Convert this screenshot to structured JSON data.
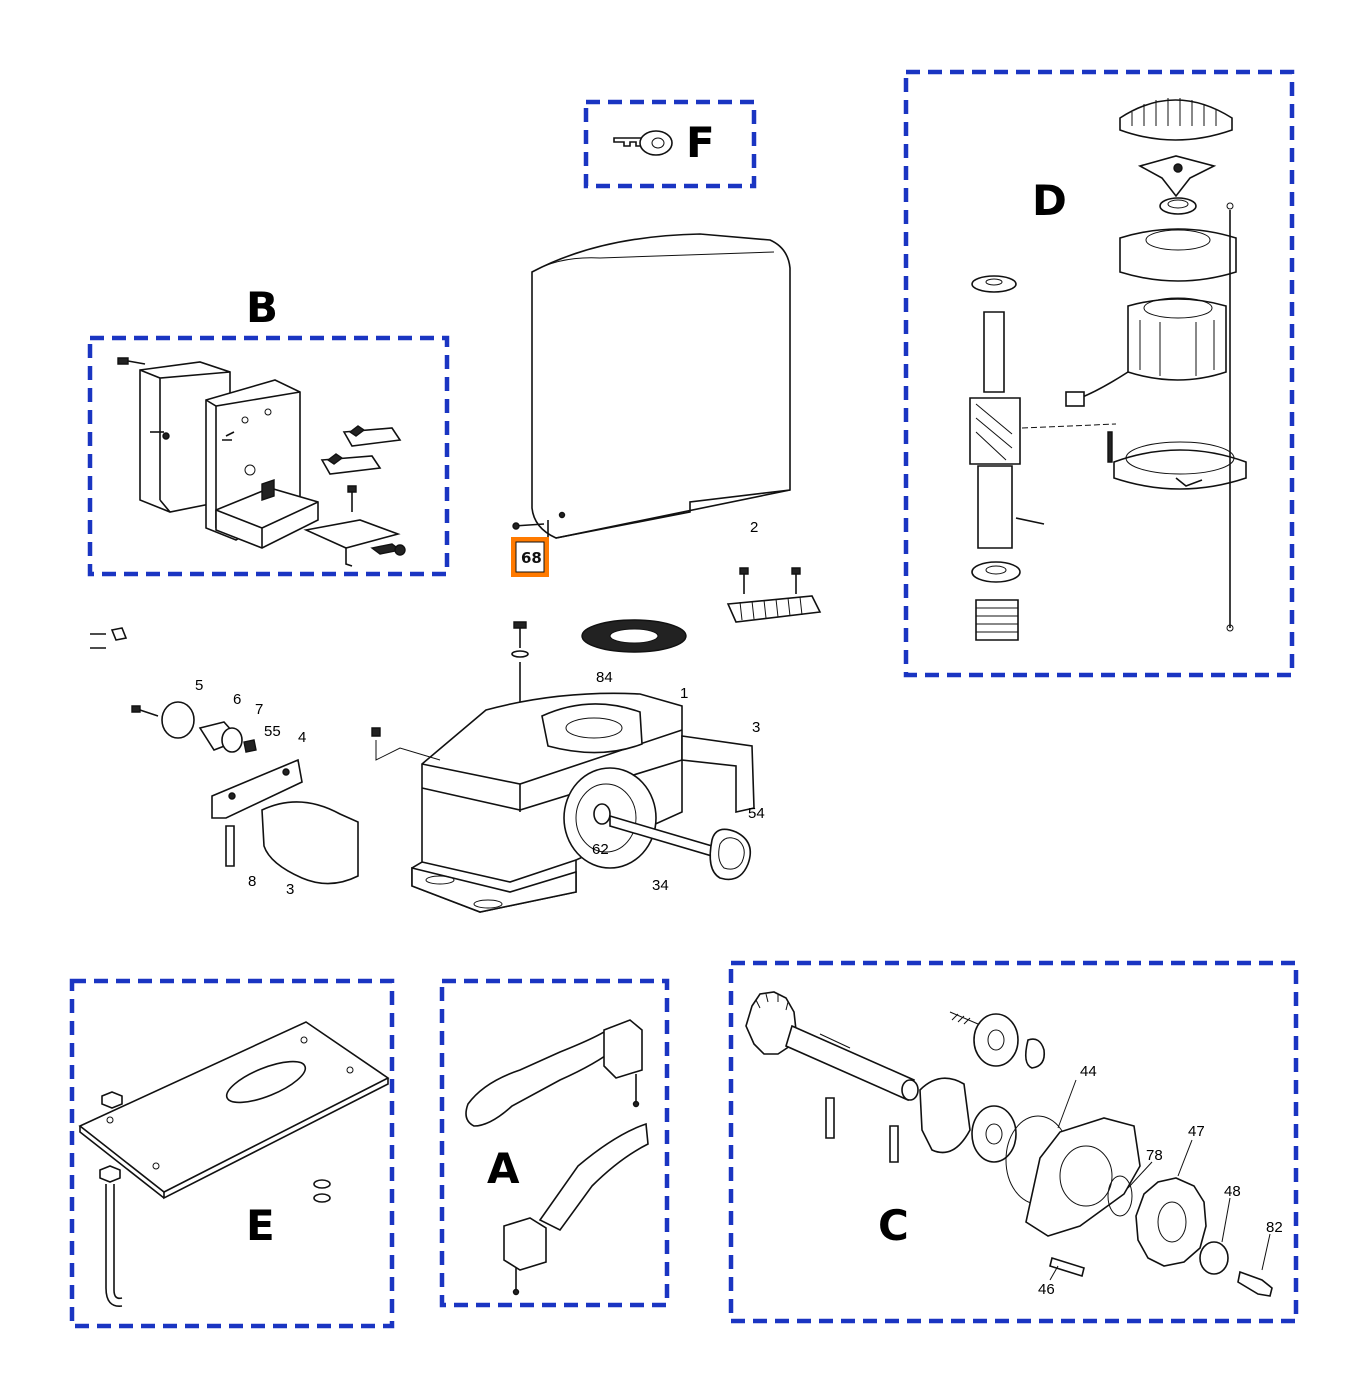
{
  "groups": {
    "A": {
      "letter": "A"
    },
    "B": {
      "letter": "B"
    },
    "C": {
      "letter": "C"
    },
    "D": {
      "letter": "D"
    },
    "E": {
      "letter": "E"
    },
    "F": {
      "letter": "F"
    }
  },
  "highlight": {
    "label": "68",
    "color": "#ff7a00"
  },
  "part_numbers": {
    "p1": "1",
    "p2": "2",
    "p3a": "3",
    "p3b": "3",
    "p4": "4",
    "p5": "5",
    "p6": "6",
    "p7": "7",
    "p8": "8",
    "p34": "34",
    "p44": "44",
    "p46": "46",
    "p47": "47",
    "p48": "48",
    "p54": "54",
    "p55": "55",
    "p62": "62",
    "p78": "78",
    "p82": "82",
    "p84": "84"
  },
  "icons": {
    "key": "key-icon"
  },
  "colors": {
    "group_border": "#1a35c2",
    "highlight": "#ff7a00",
    "line": "#111111"
  }
}
